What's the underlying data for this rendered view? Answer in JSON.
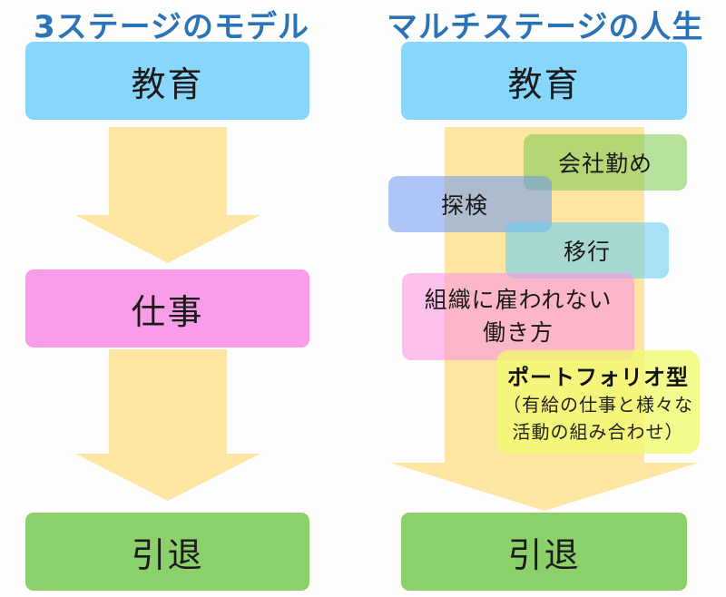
{
  "left": {
    "title": "3ステージのモデル",
    "stages": [
      "教育",
      "仕事",
      "引退"
    ]
  },
  "right": {
    "title": "マルチステージの人生",
    "top": "教育",
    "bottom": "引退",
    "middle": {
      "employment": "会社勤め",
      "exploration": "探検",
      "transition": "移行",
      "independent_line1": "組織に雇われない",
      "independent_line2": "働き方",
      "portfolio_title": "ポートフォリオ型",
      "portfolio_line1": "（有給の仕事と様々な",
      "portfolio_line2": "活動の組み合わせ）"
    }
  },
  "colors": {
    "title": "#2b73b7",
    "education": "#88d6fa",
    "work": "#f99de8",
    "retirement": "#8bd06a",
    "arrow": "#fde6a2"
  }
}
